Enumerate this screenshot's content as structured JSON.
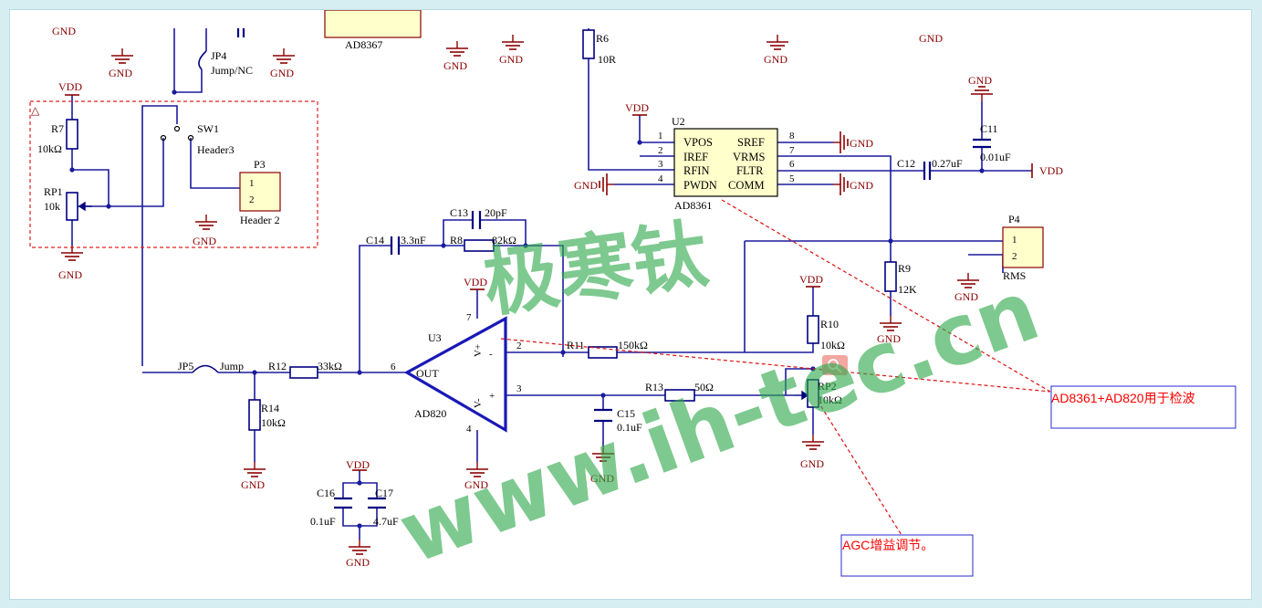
{
  "colors": {
    "wire": "#1b1b9e",
    "ground": "#8b0000",
    "component": "#000080",
    "note": "#ff0000",
    "watermark": "#2fa84a",
    "chip_fill": "#ffffcc"
  },
  "watermark": {
    "line1": "极寒钛",
    "line2": "www.ih-tec.cn"
  },
  "chips": {
    "u2": {
      "ref": "U2",
      "part": "AD8361",
      "left_pins": [
        "VPOS",
        "IREF",
        "RFIN",
        "PWDN"
      ],
      "right_pins": [
        "SREF",
        "VRMS",
        "FLTR",
        "COMM"
      ],
      "left_nums": [
        "1",
        "2",
        "3",
        "4"
      ],
      "right_nums": [
        "8",
        "7",
        "6",
        "5"
      ]
    },
    "ad8367": {
      "part": "AD8367"
    }
  },
  "opamp": {
    "ref": "U3",
    "part": "AD820",
    "vplus": "V+",
    "vminus": "V-",
    "out": "OUT",
    "pin2": "2",
    "pin3": "3",
    "pin4": "4",
    "pin6": "6",
    "pin7": "7",
    "plus": "+",
    "minus": "-"
  },
  "components": {
    "r6": {
      "ref": "R6",
      "value": "10R"
    },
    "r7": {
      "ref": "R7",
      "value": "10kΩ"
    },
    "rp1": {
      "ref": "RP1",
      "value": "10k"
    },
    "jp4": {
      "ref": "JP4",
      "value": "Jump/NC"
    },
    "sw1": {
      "ref": "SW1",
      "value": "Header3"
    },
    "p3": {
      "ref": "P3",
      "value": "Header 2",
      "pin1": "1",
      "pin2": "2"
    },
    "c11": {
      "ref": "C11",
      "value": "0.01uF"
    },
    "c12": {
      "ref": "C12",
      "value": "0.27uF"
    },
    "c13": {
      "ref": "C13",
      "value": "20pF"
    },
    "c14": {
      "ref": "C14",
      "value": "3.3nF"
    },
    "r8": {
      "ref": "R8",
      "value": "82kΩ"
    },
    "p4": {
      "ref": "P4",
      "value": "RMS",
      "pin1": "1",
      "pin2": "2"
    },
    "r9": {
      "ref": "R9",
      "value": "12K"
    },
    "r10": {
      "ref": "R10",
      "value": "10kΩ"
    },
    "r11": {
      "ref": "R11",
      "value": "150kΩ"
    },
    "r12": {
      "ref": "R12",
      "value": "33kΩ"
    },
    "r13": {
      "ref": "R13",
      "value": "50Ω"
    },
    "r14": {
      "ref": "R14",
      "value": "10kΩ"
    },
    "rp2": {
      "ref": "RP2",
      "value": "10kΩ"
    },
    "jp5": {
      "ref": "JP5",
      "value": "Jump"
    },
    "c15": {
      "ref": "C15",
      "value": "0.1uF"
    },
    "c16": {
      "ref": "C16",
      "value": "0.1uF"
    },
    "c17": {
      "ref": "C17",
      "value": "4.7uF"
    }
  },
  "nets": {
    "gnd": "GND",
    "vdd": "VDD"
  },
  "annotations": {
    "detect_note": "AD8361+AD820用于检波",
    "agc_note": "AGC增益调节。"
  },
  "search_icon": "magnifier-icon"
}
